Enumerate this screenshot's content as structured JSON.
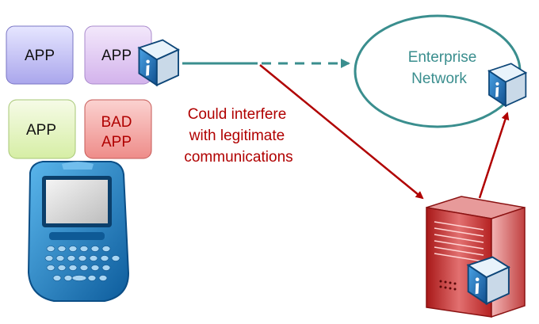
{
  "apps": [
    {
      "label": "APP"
    },
    {
      "label": "APP"
    },
    {
      "label": "APP"
    },
    {
      "label_line1": "BAD",
      "label_line2": "APP"
    }
  ],
  "enterprise": {
    "line1": "Enterprise",
    "line2": "Network"
  },
  "warning": {
    "line1": "Could interfere",
    "line2": "with legitimate",
    "line3": "communications"
  },
  "icons": {
    "book": "info-book-icon",
    "phone": "smartphone-icon",
    "server": "server-icon"
  },
  "colors": {
    "app_blue": "#c8c6f4",
    "app_purple": "#e2cdf2",
    "app_green": "#e8f6c7",
    "app_red": "#f4a9a6",
    "teal": "#3a8e8e",
    "warning_red": "#b00000",
    "book_blue": "#1f6fb5"
  }
}
